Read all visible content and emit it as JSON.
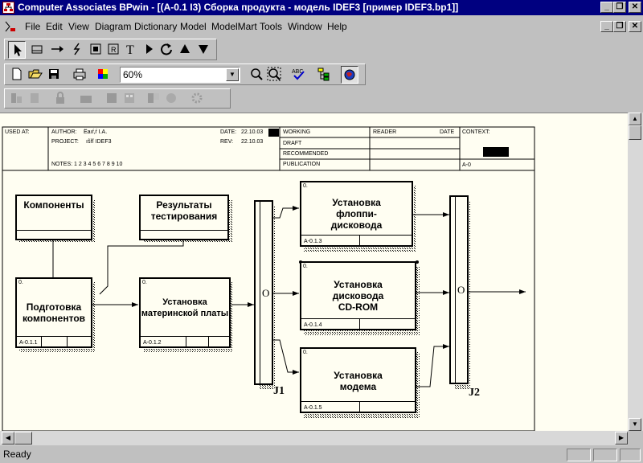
{
  "window": {
    "title": "Computer Associates BPwin - [(A-0.1 I3) Сборка продукта - модель IDEF3  [пример IDEF3.bp1]]",
    "minimize": "_",
    "restore": "❐",
    "close": "✕"
  },
  "menu": [
    "File",
    "Edit",
    "View",
    "Diagram",
    "Dictionary",
    "Model",
    "ModelMart",
    "Tools",
    "Window",
    "Help"
  ],
  "toolbar": {
    "zoom_value": "60%"
  },
  "header": {
    "used_at": "USED AT:",
    "author_label": "AUTHOR:",
    "author_value": "Ёаıŕ‚ŕ I.A.",
    "project_label": "PROJECT:",
    "project_value": "ıŝřĭ IDEF3",
    "notes": "NOTES:  1  2  3  4  5  6  7  8  9  10",
    "date_label": "DATE:",
    "date_value": "22.10.03",
    "rev_label": "REV:",
    "rev_value": "22.10.03",
    "status": [
      "WORKING",
      "DRAFT",
      "RECOMMENDED",
      "PUBLICATION"
    ],
    "reader_label": "READER",
    "reader_date_label": "DATE",
    "context_label": "CONTEXT:",
    "context_node": "A-0"
  },
  "diagram": {
    "boxes": [
      {
        "id": "components",
        "label": "Компоненты",
        "ref": ""
      },
      {
        "id": "test-results",
        "label": "Результаты тестирования",
        "ref": ""
      },
      {
        "id": "prepare",
        "label": "Подготовка компонентов",
        "ref": "A-0.1.1"
      },
      {
        "id": "motherboard",
        "label": "Установка материнской платы",
        "ref": "A-0.1.2"
      },
      {
        "id": "floppy",
        "label": "Установка флоппи-дисковода",
        "ref": "A-0.1.3"
      },
      {
        "id": "cdrom",
        "label": "Установка дисковода CD-ROM",
        "ref": "A-0.1.4"
      },
      {
        "id": "modem",
        "label": "Установка модема",
        "ref": "A-0.1.5"
      }
    ],
    "junctions": [
      {
        "id": "J1",
        "symbol": "O",
        "name": "J1"
      },
      {
        "id": "J2",
        "symbol": "O",
        "name": "J2"
      }
    ],
    "box_number_mark": "0."
  },
  "status": {
    "text": "Ready"
  }
}
